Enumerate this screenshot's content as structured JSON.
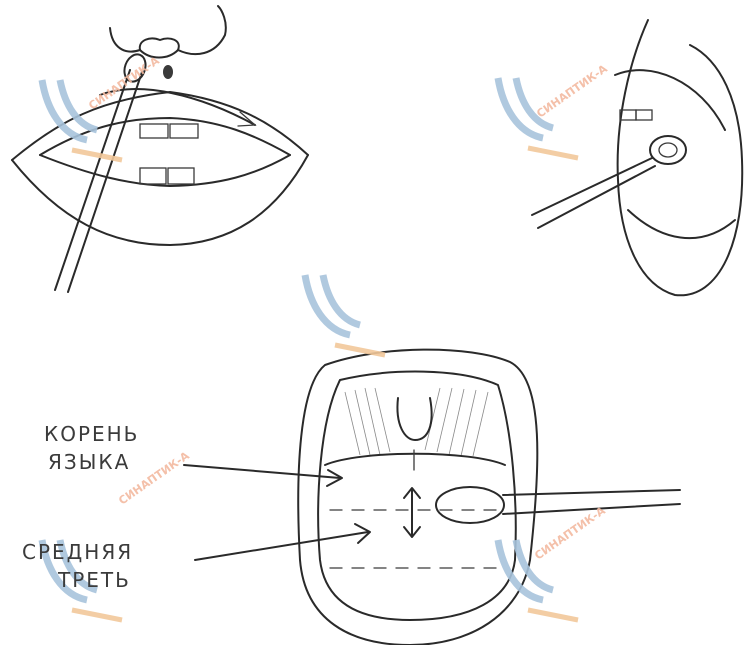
{
  "labels": {
    "tongue_root_line1": "КОРЕНЬ",
    "tongue_root_line2": "ЯЗЫКА",
    "middle_third_line1": "СРЕДНЯЯ",
    "middle_third_line2": "ТРЕТЬ"
  },
  "watermark": {
    "text": "СИНАПТИК-А",
    "color_text": "#f3b9a0",
    "color_logo_blue": "#a8c3dc",
    "color_logo_orange": "#f2c89a"
  }
}
